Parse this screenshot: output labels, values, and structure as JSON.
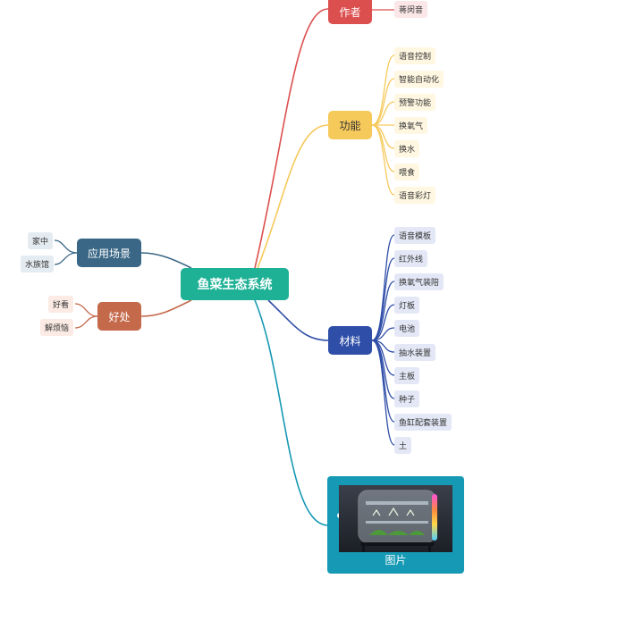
{
  "root": {
    "label": "鱼菜生态系统"
  },
  "colors": {
    "root": "#1fb196",
    "author": "#dc4f4f",
    "function": "#f6c95b",
    "material": "#2f4ea8",
    "image": "#1599b4",
    "scene": "#3a6785",
    "benefit": "#c4694a"
  },
  "branches": {
    "author": {
      "label": "作者",
      "items": [
        "蒋闵音"
      ]
    },
    "function": {
      "label": "功能",
      "items": [
        "语音控制",
        "智能自动化",
        "预警功能",
        "换氧气",
        "换水",
        "喂食",
        "语音彩灯"
      ]
    },
    "material": {
      "label": "材料",
      "items": [
        "语音模板",
        "红外线",
        "换氧气装陪",
        "灯板",
        "电池",
        "抽水装置",
        "主板",
        "种子",
        "鱼缸配套装置",
        "土"
      ]
    },
    "image": {
      "label": "图片"
    },
    "scene": {
      "label": "应用场景",
      "items": [
        "家中",
        "水族馆"
      ]
    },
    "benefit": {
      "label": "好处",
      "items": [
        "好看",
        "解烦恼"
      ]
    }
  }
}
